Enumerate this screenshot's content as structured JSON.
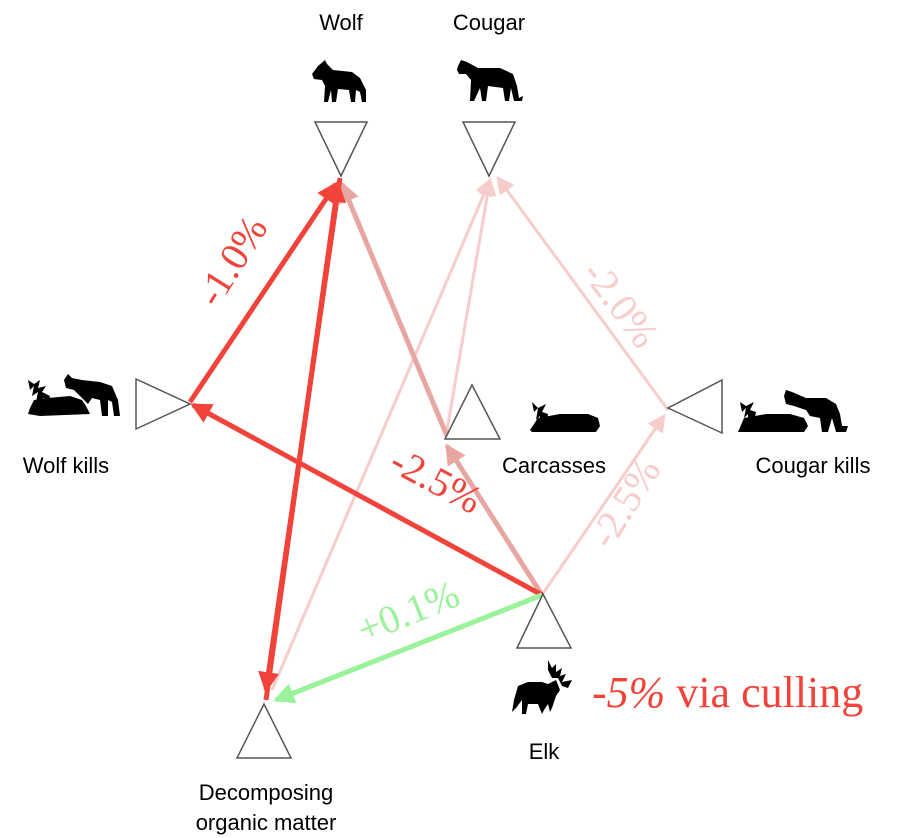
{
  "nodes": {
    "wolf": "Wolf",
    "cougar": "Cougar",
    "wolf_kills": "Wolf kills",
    "carcasses": "Carcasses",
    "cougar_kills": "Cougar kills",
    "elk": "Elk",
    "decomposing_line1": "Decomposing",
    "decomposing_line2": "organic matter"
  },
  "icons": {
    "wolf": "wolf-silhouette-icon",
    "cougar": "cougar-silhouette-icon",
    "wolf_kills": "wolf-on-carcass-icon",
    "carcasses": "elk-carcass-icon",
    "cougar_kills": "cougar-on-carcass-icon",
    "elk": "bull-elk-silhouette-icon"
  },
  "effects": {
    "wolf_kills_to_wolf": "-1.0%",
    "elk_to_wolf_kills": "-2.5%",
    "cougar_kills_to_cougar": "-2.0%",
    "elk_to_cougar_kills": "-2.5%",
    "elk_to_decomposing": "+0.1%"
  },
  "intervention": {
    "amount": "-5%",
    "text": " via culling"
  },
  "colors": {
    "strong_negative": "#f2433a",
    "weak_negative": "#f6cdcb",
    "medium_negative": "#e8a6a3",
    "positive": "#9af29a",
    "node_stroke": "#555555"
  }
}
